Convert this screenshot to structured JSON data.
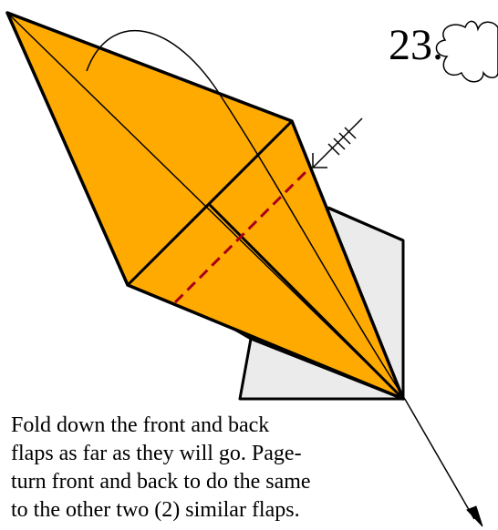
{
  "step": {
    "number": "23."
  },
  "instruction": {
    "lines": [
      "Fold down the front and back",
      "flaps as far as they will go.  Page-",
      "turn front and back to do the same",
      "to the other two (2) similar flaps."
    ]
  },
  "icons": {
    "step_symbol": "flower-symbol-icon",
    "fold_arrow": "fold-arrow-icon",
    "pleat_arrow": "hatched-arrow-icon",
    "direction_arrow": "arrow-down-icon"
  },
  "colors": {
    "paper_front": "#FFAA00",
    "paper_back": "#EBEBEB",
    "outline": "#000000",
    "valley_fold": "#A8001A"
  }
}
